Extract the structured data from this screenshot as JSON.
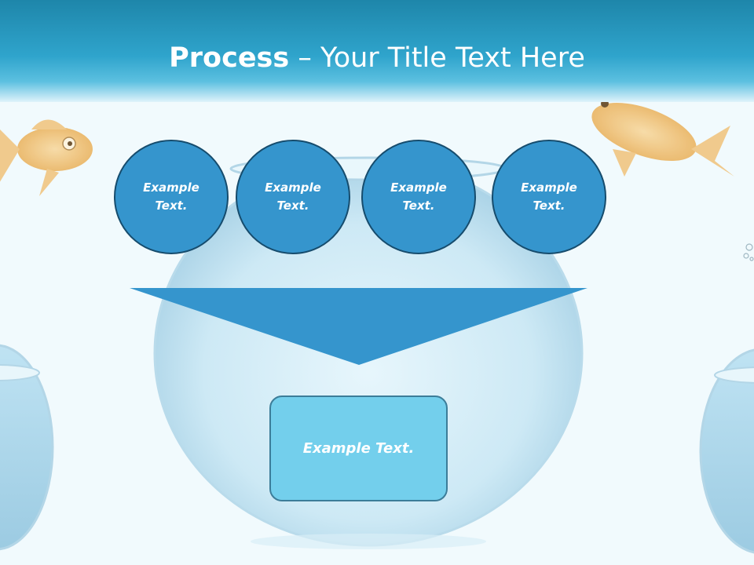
{
  "title": {
    "bold": "Process",
    "rest": " – Your Title Text Here"
  },
  "steps": [
    {
      "text": "Example Text."
    },
    {
      "text": "Example Text."
    },
    {
      "text": "Example Text."
    },
    {
      "text": "Example Text."
    }
  ],
  "result": {
    "text": "Example Text."
  },
  "colors": {
    "header": "#2fa4cc",
    "circle_fill": "#3595cd",
    "circle_border": "#164c6d",
    "arrow": "#3595cd",
    "box_fill": "#73cfec",
    "box_border": "#3c7d99"
  }
}
